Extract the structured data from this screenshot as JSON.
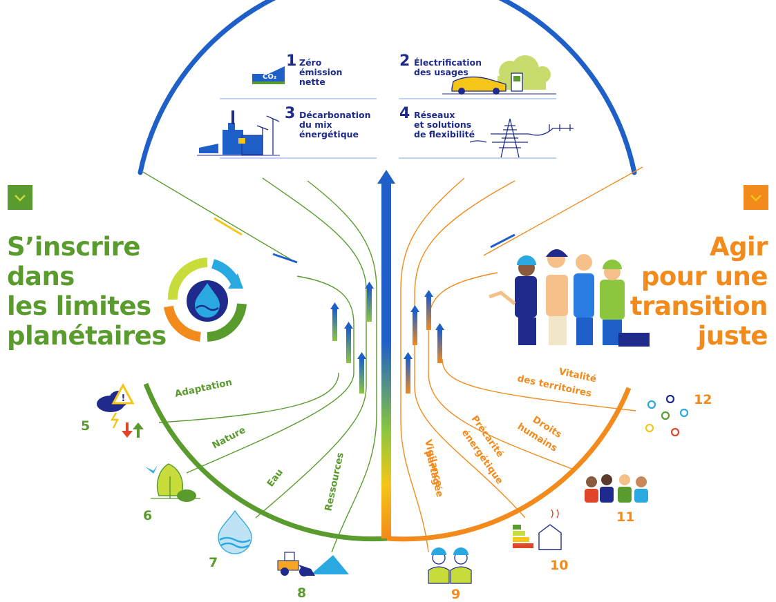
{
  "colors": {
    "blue": "#1e5fc8",
    "navy": "#1e2b8c",
    "green": "#5a9b2e",
    "orange": "#f28a1c"
  },
  "left_block": {
    "title_lines": [
      "S’inscrire",
      "dans",
      "les limites",
      "planétaires"
    ],
    "icon": "water-cycle-icon"
  },
  "right_block": {
    "title_lines": [
      "Agir",
      "pour une",
      "transition",
      "juste"
    ],
    "icon": "workers-group-icon"
  },
  "top_items": [
    {
      "number": "1",
      "lines": [
        "Zéro",
        "émission",
        "nette"
      ],
      "icon": "co2-icon",
      "co2": "CO₂"
    },
    {
      "number": "2",
      "lines": [
        "Électrification",
        "des usages"
      ],
      "icon": "electric-car-icon"
    },
    {
      "number": "3",
      "lines": [
        "Décarbonation",
        "du mix",
        "énergétique"
      ],
      "icon": "power-plant-icon"
    },
    {
      "number": "4",
      "lines": [
        "Réseaux",
        "et solutions",
        "de flexibilité"
      ],
      "icon": "power-line-icon"
    }
  ],
  "green_items": [
    {
      "number": "5",
      "label": "Adaptation",
      "icon": "storm-warning-icon"
    },
    {
      "number": "6",
      "label": "Nature",
      "icon": "tree-bird-icon"
    },
    {
      "number": "7",
      "label": "Eau",
      "icon": "water-drop-icon"
    },
    {
      "number": "8",
      "label": "Ressources",
      "icon": "bulldozer-icon"
    }
  ],
  "orange_items": [
    {
      "number": "9",
      "lines": [
        "Vigilance",
        "partagée"
      ],
      "icon": "safety-workers-icon"
    },
    {
      "number": "10",
      "lines": [
        "Précarité",
        "énergétique"
      ],
      "icon": "energy-label-house-icon"
    },
    {
      "number": "11",
      "lines": [
        "Droits",
        "humains"
      ],
      "icon": "people-group-icon"
    },
    {
      "number": "12",
      "lines": [
        "Vitalité",
        "des territoires"
      ],
      "icon": "location-pins-icon"
    }
  ]
}
